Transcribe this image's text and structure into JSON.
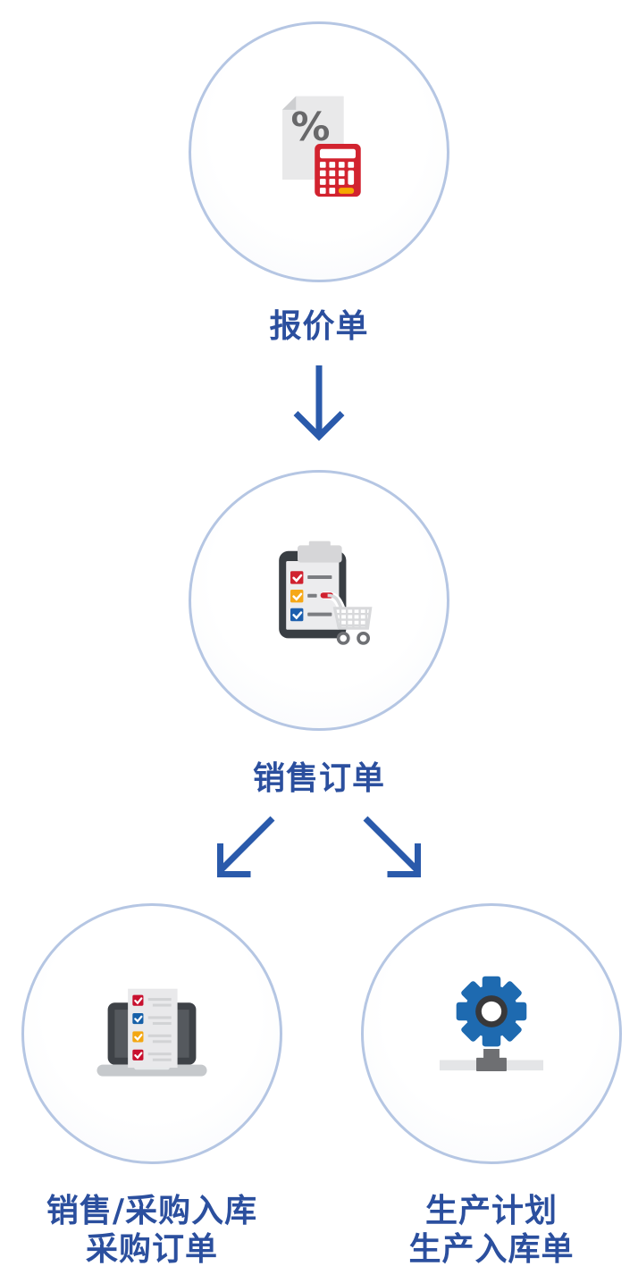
{
  "colors": {
    "background": "#ffffff",
    "circle_border": "#b5c6e3",
    "label_blue": "#2b4f9e",
    "arrow_blue": "#2a5aab",
    "icon_red": "#d0212f",
    "icon_orange": "#f6a817",
    "icon_check_blue": "#1d5fae",
    "icon_gear_blue": "#1e6ab0",
    "icon_dark_gray": "#3a3f44",
    "icon_light_gray": "#e9e9ea"
  },
  "flow": {
    "nodes": [
      {
        "id": "quotation",
        "icon": "document-percent-calculator-icon",
        "icon_text": "%",
        "label": "报价单"
      },
      {
        "id": "sales-order",
        "icon": "clipboard-checklist-cart-icon",
        "label": "销售订单"
      },
      {
        "id": "inbound-purchase",
        "icon": "laptop-checklist-icon",
        "label_line1": "销售/采购入库",
        "label_line2": "采购订单"
      },
      {
        "id": "production",
        "icon": "gear-network-icon",
        "label_line1": "生产计划",
        "label_line2": "生产入库单"
      }
    ],
    "connectors": [
      {
        "from": "quotation",
        "to": "sales-order",
        "direction": "down"
      },
      {
        "from": "sales-order",
        "to": "inbound-purchase",
        "direction": "down-left"
      },
      {
        "from": "sales-order",
        "to": "production",
        "direction": "down-right"
      }
    ]
  }
}
